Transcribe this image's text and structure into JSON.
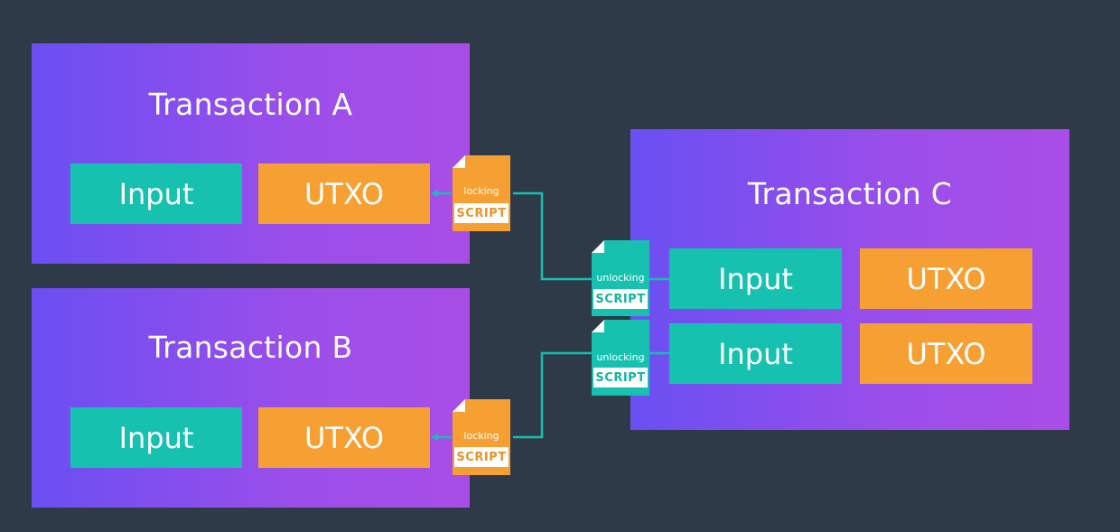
{
  "colors": {
    "background": "#2e3a47",
    "transaction_gradient_start": "#6a4ff2",
    "transaction_gradient_end": "#a84ee6",
    "input": "#16c1b0",
    "utxo": "#f6a033",
    "connector": "#15c0b0"
  },
  "transactions": {
    "a": {
      "title": "Transaction A",
      "input_label": "Input",
      "utxo_label": "UTXO"
    },
    "b": {
      "title": "Transaction B",
      "input_label": "Input",
      "utxo_label": "UTXO"
    },
    "c": {
      "title": "Transaction C",
      "rows": [
        {
          "input_label": "Input",
          "utxo_label": "UTXO"
        },
        {
          "input_label": "Input",
          "utxo_label": "UTXO"
        }
      ]
    }
  },
  "scripts": {
    "locking_a": {
      "caption": "locking",
      "label": "SCRIPT"
    },
    "locking_b": {
      "caption": "locking",
      "label": "SCRIPT"
    },
    "unlocking_c1": {
      "caption": "unlocking",
      "label": "SCRIPT"
    },
    "unlocking_c2": {
      "caption": "unlocking",
      "label": "SCRIPT"
    }
  }
}
